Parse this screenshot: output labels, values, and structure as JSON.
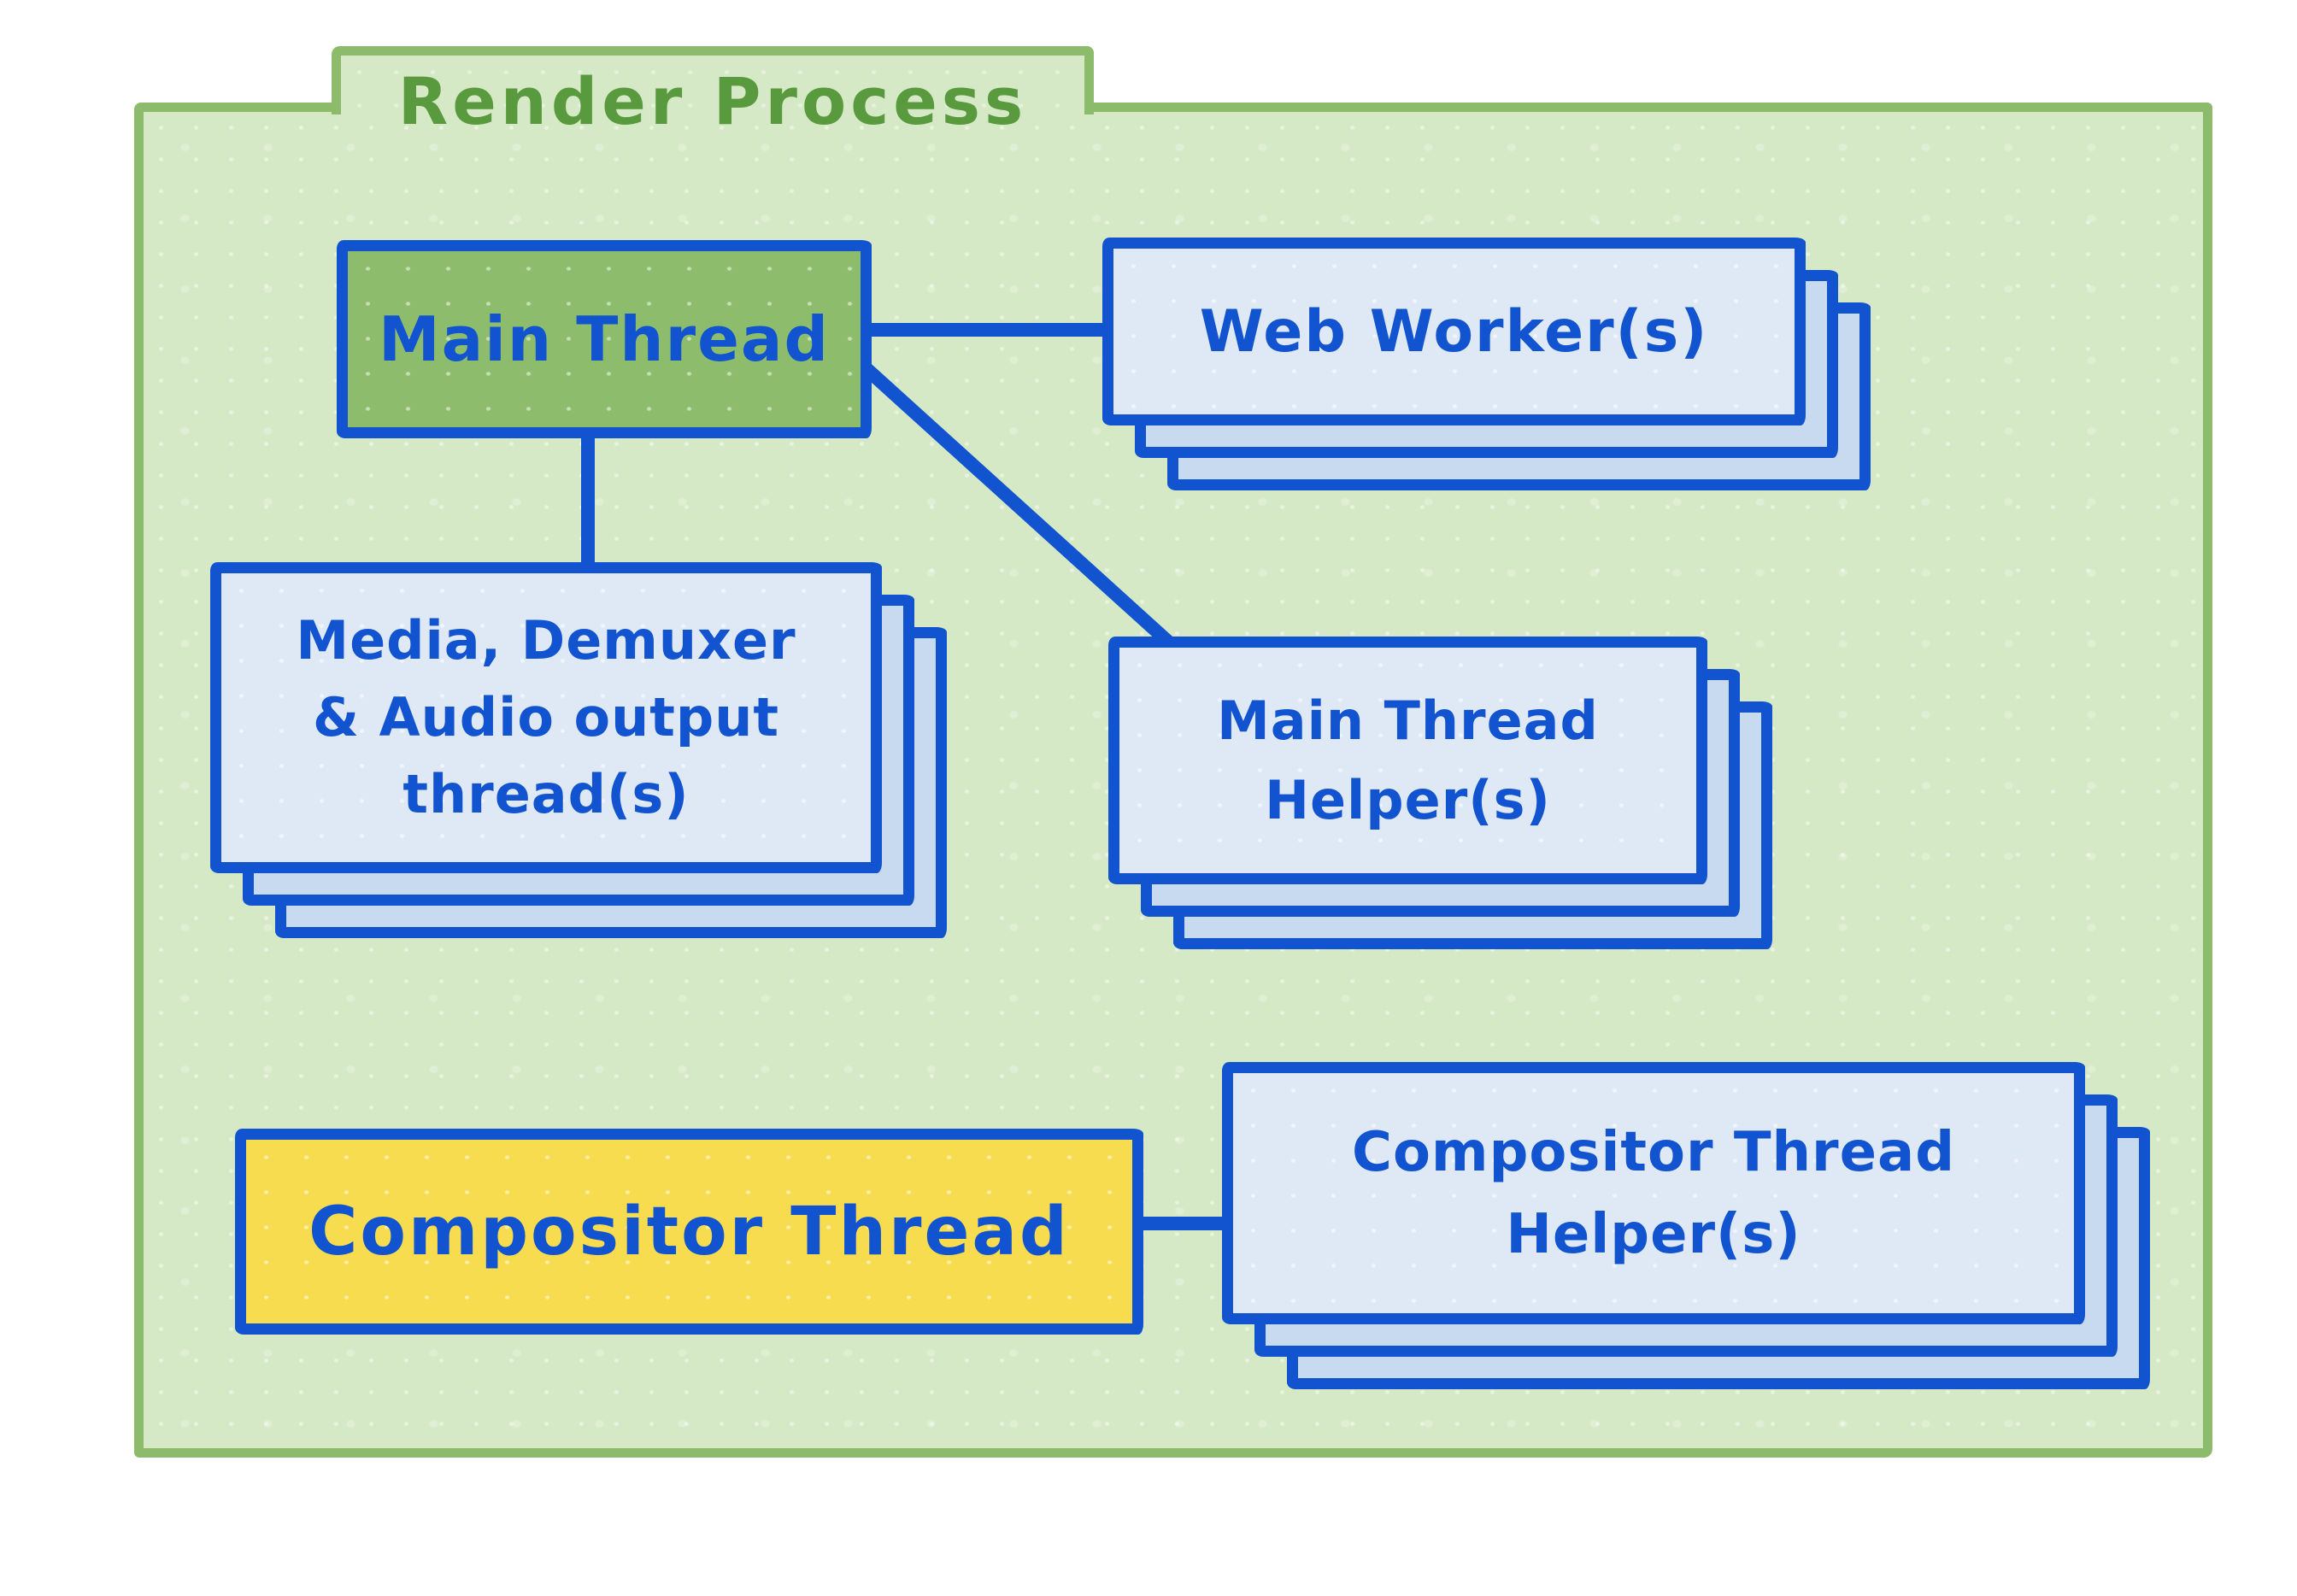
{
  "title": "Render Process",
  "colors": {
    "container_fill": "#d6e9c6",
    "container_border": "#8cbb6c",
    "title_text": "#5a9a3e",
    "node_border_and_text_blue": "#1254d0",
    "main_thread_fill": "#8dbd6c",
    "compositor_thread_fill": "#f8dc4f",
    "stack_front_fill": "#dfe9f6",
    "stack_back_fill": "#c8daf0",
    "page_background": "#ffffff"
  },
  "nodes": {
    "main_thread": {
      "label": "Main Thread",
      "style": "single-green"
    },
    "web_workers": {
      "label": "Web Worker(s)",
      "style": "stack-of-3"
    },
    "media_demuxer": {
      "lines": [
        "Media, Demuxer",
        "& Audio output",
        "thread(s)"
      ],
      "style": "stack-of-3"
    },
    "main_thread_helpers": {
      "lines": [
        "Main Thread",
        "Helper(s)"
      ],
      "style": "stack-of-3"
    },
    "compositor_thread": {
      "label": "Compositor Thread",
      "style": "single-yellow"
    },
    "compositor_thread_helpers": {
      "lines": [
        "Compositor Thread",
        "Helper(s)"
      ],
      "style": "stack-of-3"
    }
  },
  "edges": [
    {
      "from": "main_thread",
      "to": "web_workers"
    },
    {
      "from": "main_thread",
      "to": "media_demuxer"
    },
    {
      "from": "main_thread",
      "to": "main_thread_helpers"
    },
    {
      "from": "compositor_thread",
      "to": "compositor_thread_helpers"
    }
  ]
}
